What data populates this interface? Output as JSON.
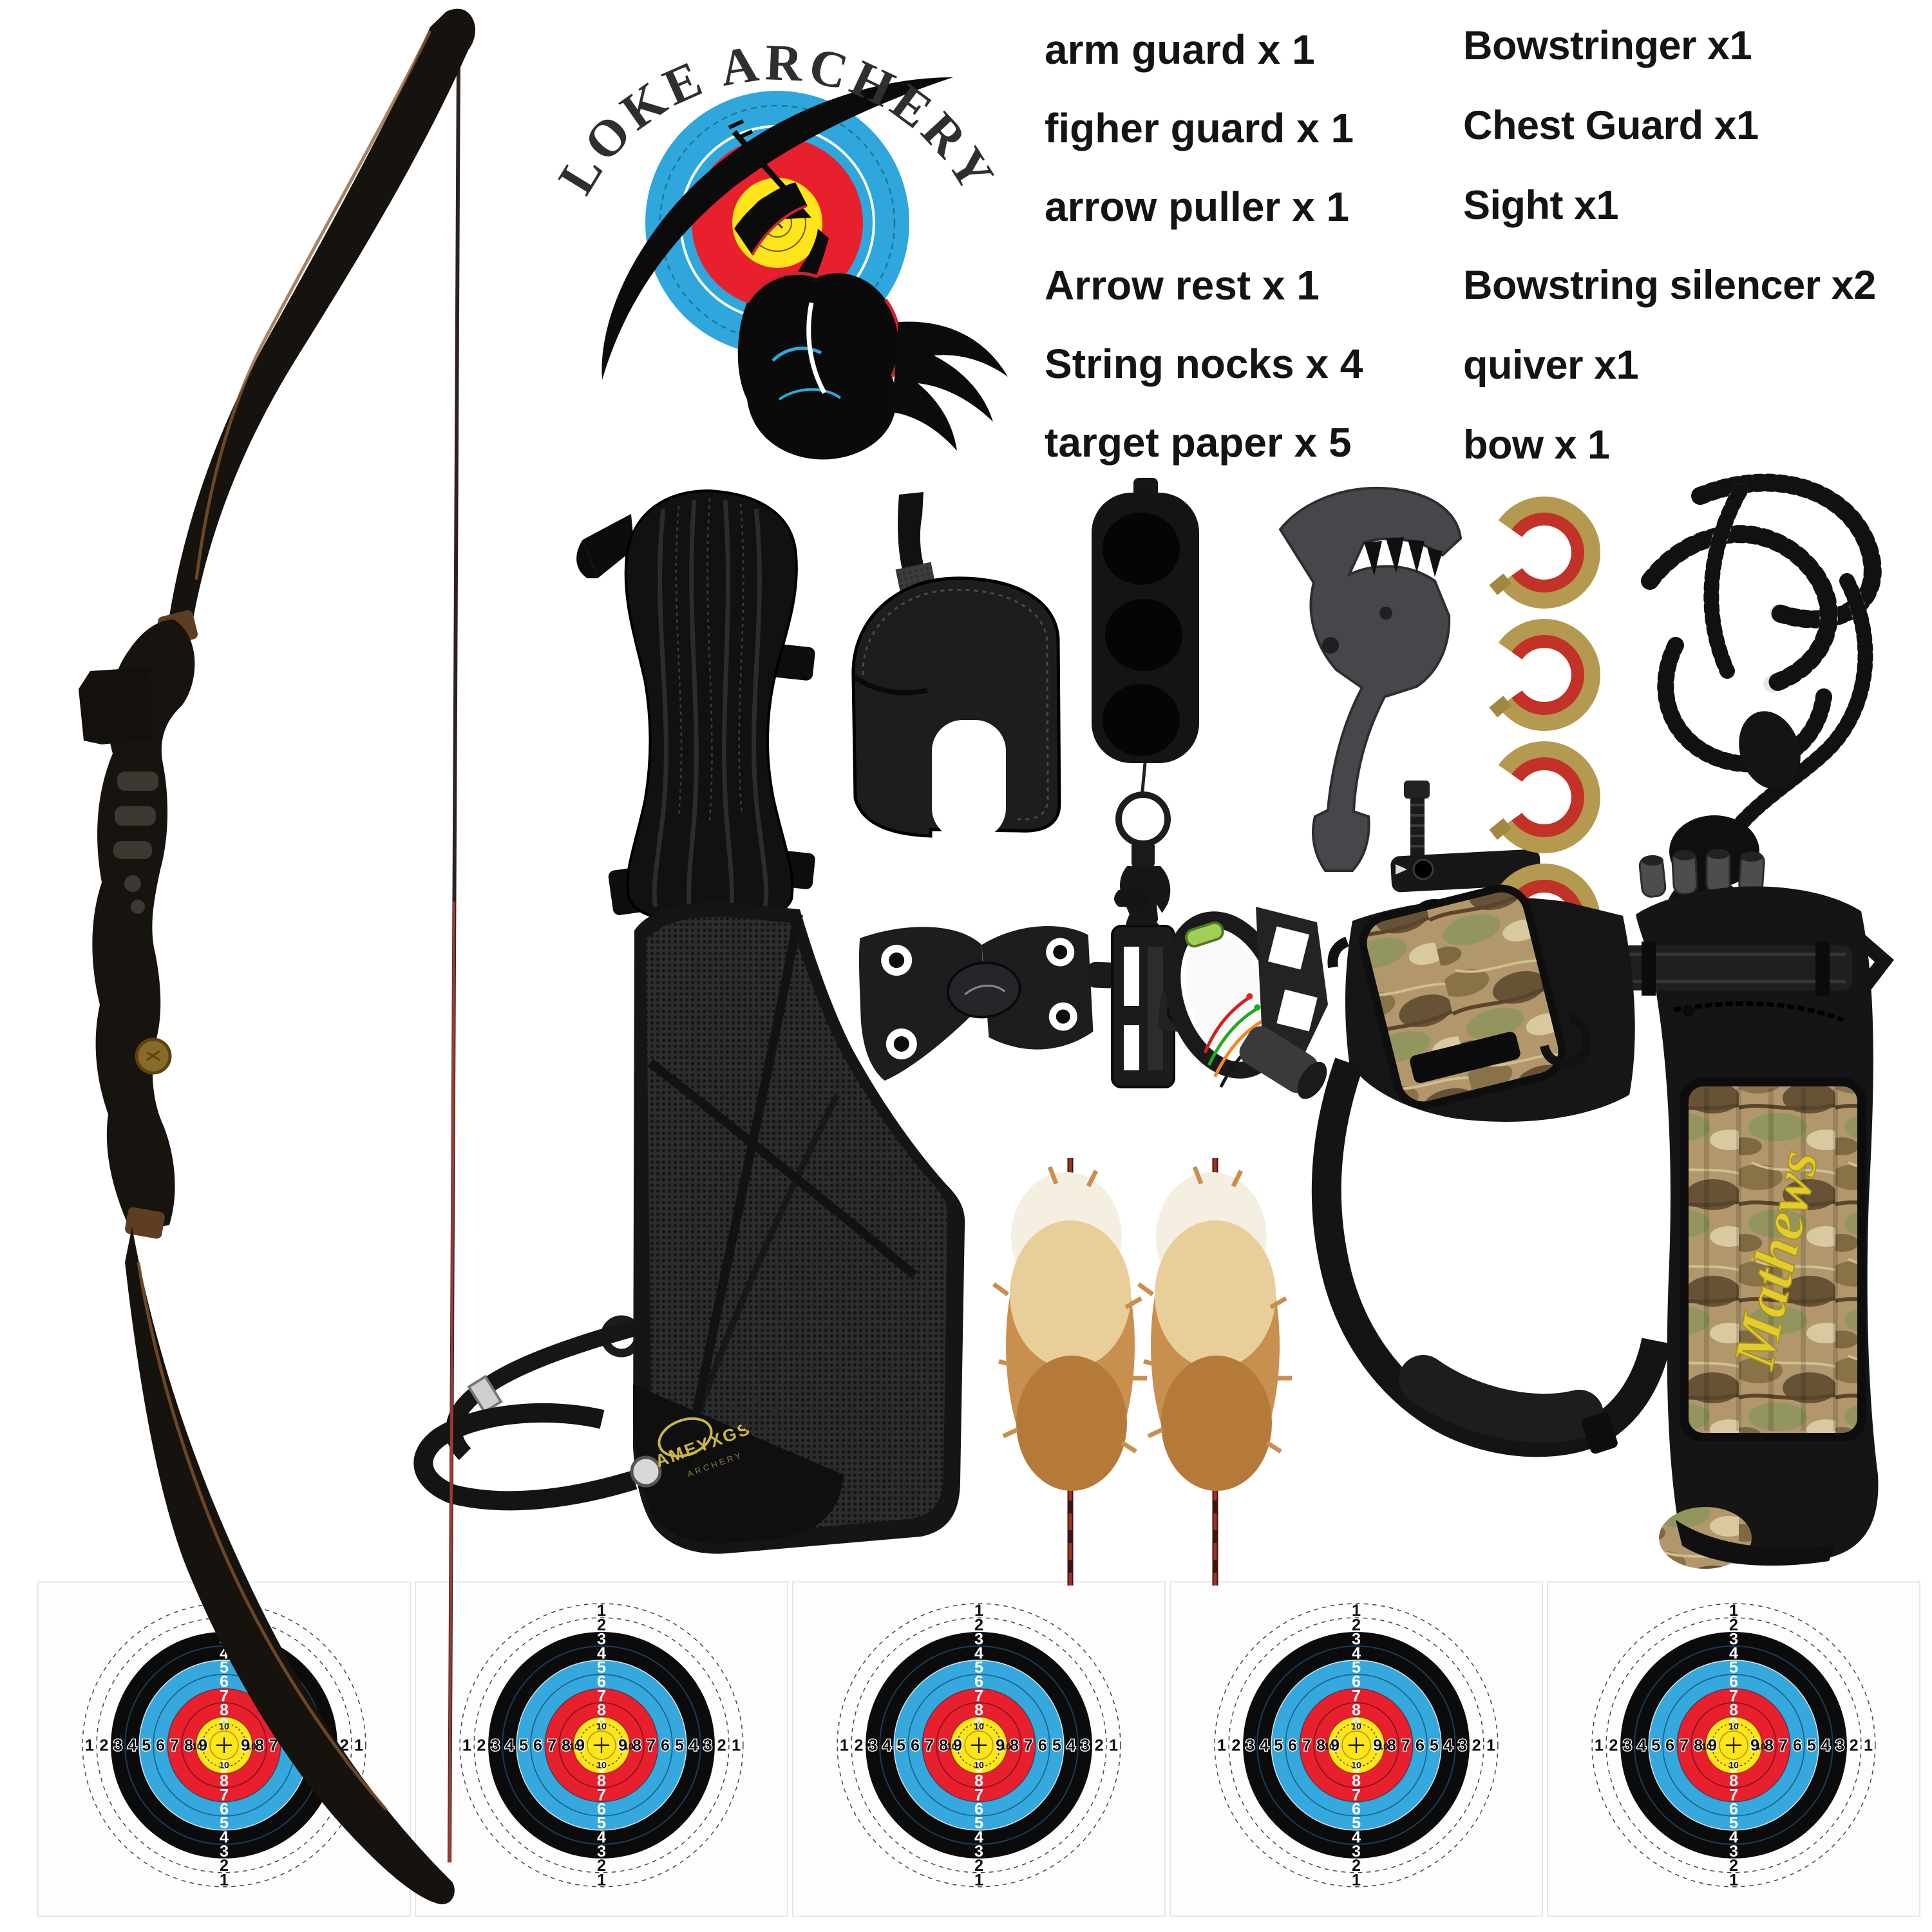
{
  "logo": {
    "arc_text": "LOKE ARCHERY"
  },
  "parts_list": {
    "left": [
      "arm guard x 1",
      "figher guard x 1",
      "arrow puller x 1",
      "Arrow rest x 1",
      "String nocks x 4",
      "target paper x 5"
    ],
    "right": [
      "Bowstringer x1",
      "Chest Guard x1",
      "Sight x1",
      "Bowstring silencer x2",
      "quiver x1",
      "bow x 1"
    ]
  },
  "brands": {
    "chest_guard": "AMEYXGS",
    "chest_guard_sub": "ARCHERY",
    "quiver": "Mathews"
  },
  "colors": {
    "target_blue": "#35a8de",
    "target_red": "#e8202e",
    "target_yellow": "#ffe519",
    "target_black": "#0b0b0b",
    "paper": "#fdfdfd",
    "brass": "#b49a50",
    "brass_red": "#c23227",
    "mathews_yellow": "#e3cd2e",
    "ameyxgs_yellow": "#cbb544",
    "string_red": "#9c3c34",
    "camo_base": "#b1976b"
  },
  "target_paper": {
    "count": 5,
    "h_numbers_left": [
      "1",
      "2",
      "3",
      "4",
      "5",
      "6",
      "7",
      "8",
      "9"
    ],
    "h_numbers_right": [
      "9",
      "8",
      "7",
      "6",
      "5",
      "4",
      "3",
      "2",
      "1"
    ],
    "v_numbers_top": [
      "1",
      "2",
      "3",
      "4",
      "5",
      "6",
      "7",
      "8",
      "9"
    ],
    "v_numbers_bottom": [
      "9",
      "8",
      "7",
      "6",
      "5",
      "4",
      "3",
      "2",
      "1"
    ],
    "center_label": "10"
  }
}
